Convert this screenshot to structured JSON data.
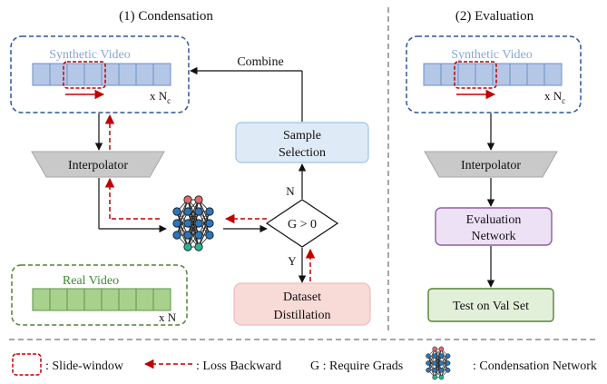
{
  "condensation": {
    "title": "(1) Condensation",
    "synthetic_video": {
      "label": "Synthetic Video",
      "multiplier": "x N",
      "subscript": "c"
    },
    "combine": "Combine",
    "sample_selection": {
      "line1": "Sample",
      "line2": "Selection"
    },
    "interpolator": "Interpolator",
    "decision": {
      "label": "G > 0",
      "no": "N",
      "yes": "Y"
    },
    "real_video": {
      "label": "Real Video",
      "multiplier": "x N"
    },
    "dataset_distillation": {
      "line1": "Dataset",
      "line2": "Distillation"
    }
  },
  "evaluation": {
    "title": "(2) Evaluation",
    "synthetic_video": {
      "label": "Synthetic Video",
      "multiplier": "x N",
      "subscript": "c"
    },
    "interpolator": "Interpolator",
    "evaluation_network": {
      "line1": "Evaluation",
      "line2": "Network"
    },
    "test": "Test on Val Set"
  },
  "legend": {
    "slide_window": ": Slide-window",
    "loss_backward": ": Loss Backward",
    "require_grads": "G : Require Grads",
    "condensation_network": ": Condensation Network"
  },
  "colors": {
    "synthetic_frame": "#b4c7e7",
    "real_frame": "#a9d18e",
    "red": "#c00000",
    "selection_fill": "#deebf7",
    "distill_fill": "#f8dad6",
    "eval_fill": "#ede1f5",
    "test_fill": "#e2efd9",
    "net_red": "#e06b6b",
    "net_blue": "#2e75b6",
    "net_green": "#2bb38f"
  }
}
